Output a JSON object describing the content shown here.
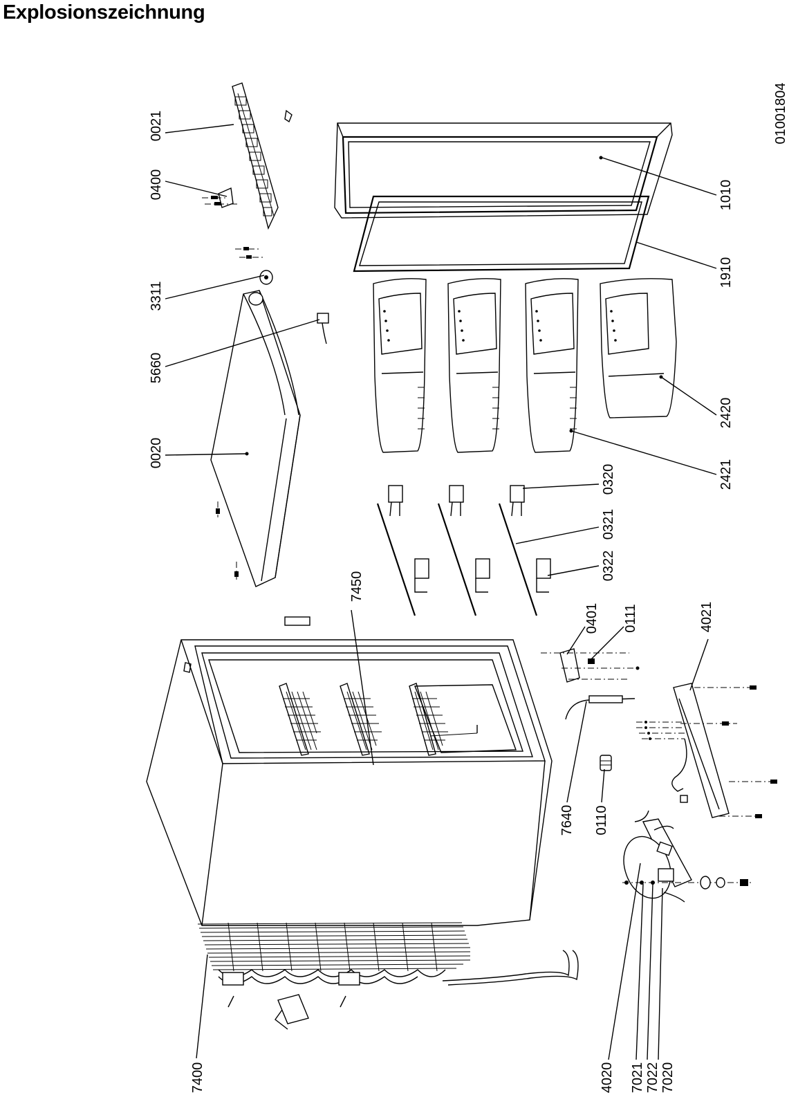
{
  "title": "Explosionszeichnung",
  "drawing_number": "01001804",
  "part_labels": {
    "p0021": "0021",
    "p0400": "0400",
    "p3311": "3311",
    "p5660": "5660",
    "p0020": "0020",
    "p1010": "1010",
    "p1910": "1910",
    "p2420": "2420",
    "p2421": "2421",
    "p0320": "0320",
    "p0321": "0321",
    "p0322": "0322",
    "p7450": "7450",
    "p0401": "0401",
    "p0111": "0111",
    "p4021": "4021",
    "p7640": "7640",
    "p0110": "0110",
    "p7400": "7400",
    "p4020": "4020",
    "p7021": "7021",
    "p7022": "7022",
    "p7020": "7020"
  }
}
